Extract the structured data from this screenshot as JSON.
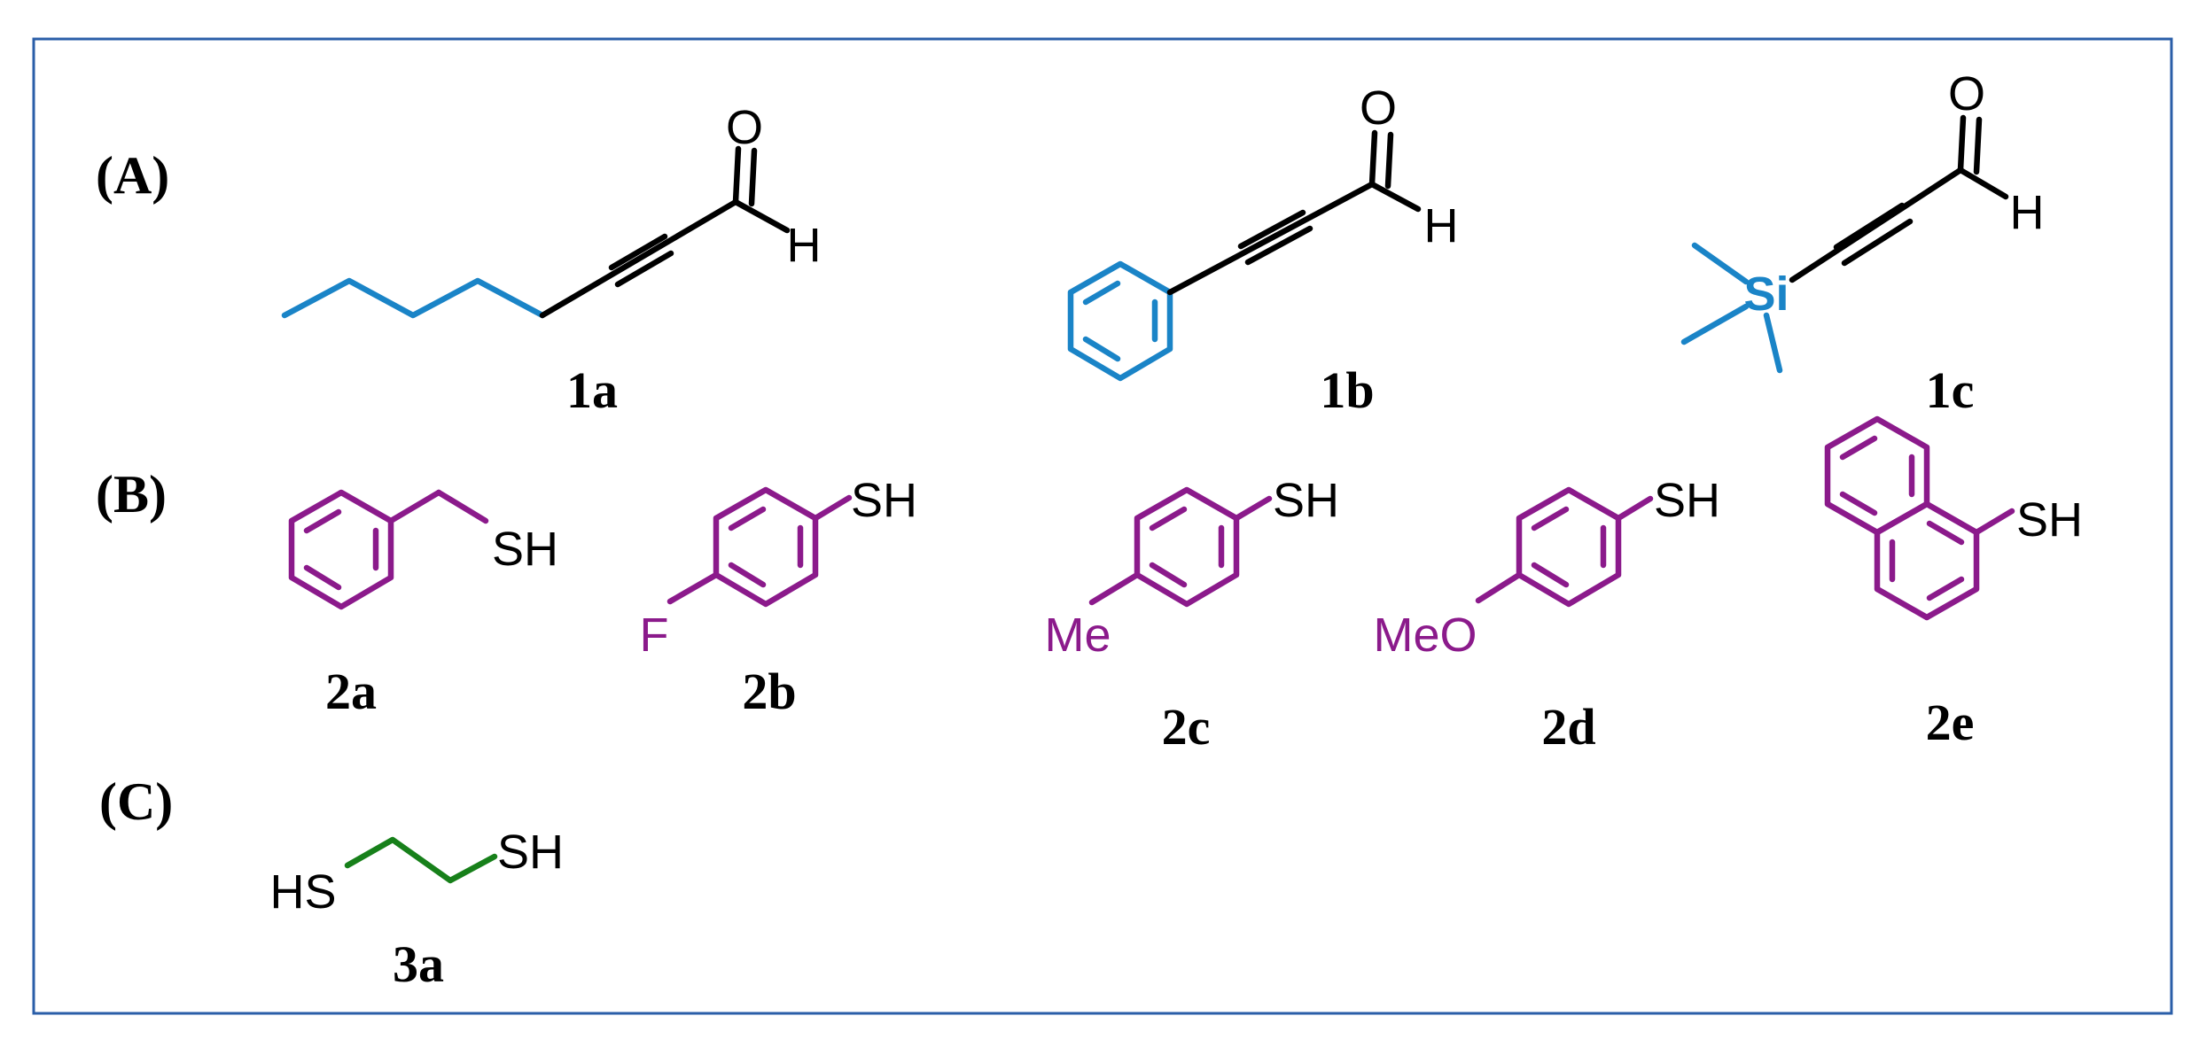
{
  "colors": {
    "frame": "#2a5ea8",
    "black": "#000000",
    "blue": "#1a84c7",
    "purple": "#8b1a8b",
    "green": "#17801a"
  },
  "sections": {
    "a": "(A)",
    "b": "(B)",
    "c": "(C)"
  },
  "compounds": {
    "c1a": {
      "label": "1a",
      "atoms": {
        "o": "O",
        "h": "H"
      }
    },
    "c1b": {
      "label": "1b",
      "atoms": {
        "o": "O",
        "h": "H"
      }
    },
    "c1c": {
      "label": "1c",
      "atoms": {
        "o": "O",
        "h": "H",
        "si": "Si"
      }
    },
    "c2a": {
      "label": "2a",
      "atoms": {
        "sh": "SH"
      }
    },
    "c2b": {
      "label": "2b",
      "atoms": {
        "sh": "SH",
        "f": "F"
      }
    },
    "c2c": {
      "label": "2c",
      "atoms": {
        "sh": "SH",
        "me": "Me"
      }
    },
    "c2d": {
      "label": "2d",
      "atoms": {
        "sh": "SH",
        "meo": "MeO"
      }
    },
    "c2e": {
      "label": "2e",
      "atoms": {
        "sh": "SH"
      }
    },
    "c3a": {
      "label": "3a",
      "atoms": {
        "hs": "HS",
        "sh": "SH"
      }
    }
  }
}
